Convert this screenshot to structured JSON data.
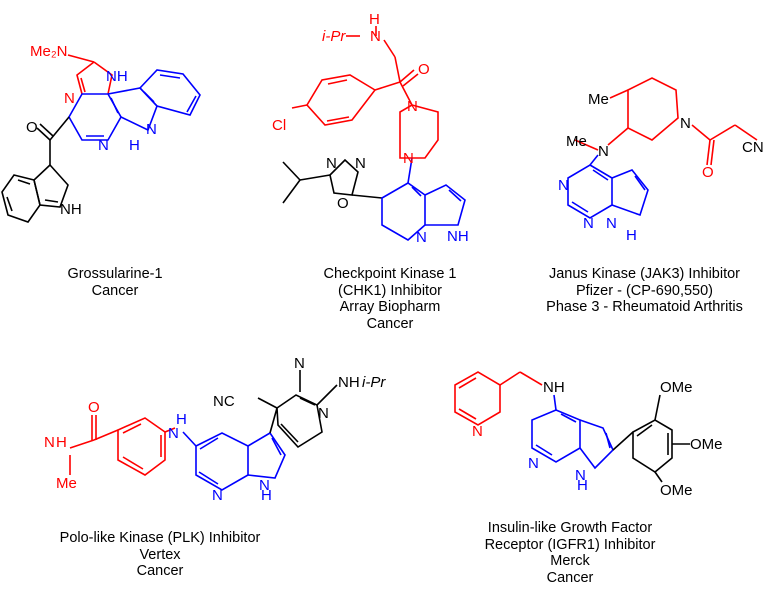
{
  "compounds": [
    {
      "captions": [
        "Grossularine-1",
        "Cancer"
      ],
      "atom_labels": {
        "nme2": "Me₂N",
        "nh_top": "NH",
        "n_imid": "N",
        "n_pyr": "N",
        "nh_carbazole": "H",
        "n_carbazole": "N",
        "o_ketone": "O",
        "nh_indole": "NH"
      }
    },
    {
      "captions": [
        "Checkpoint Kinase 1",
        "(CHK1) Inhibitor",
        "Array Biopharm",
        "Cancer"
      ],
      "atom_labels": {
        "h_amine": "H",
        "ipr_amine": "i-Pr",
        "n_amine": "N",
        "o_amide": "O",
        "n_pip_top": "N",
        "n_pip_bot": "N",
        "cl": "Cl",
        "n_oxa1": "N",
        "n_oxa2": "N",
        "o_oxa": "O",
        "n_azaindole": "N",
        "nh_azaindole": "NH"
      }
    },
    {
      "captions": [
        "Janus Kinase (JAK3) Inhibitor",
        "Pfizer - (CP-690,550)",
        "Phase 3 - Rheumatoid Arthritis"
      ],
      "atom_labels": {
        "me_ring": "Me",
        "me_n": "Me",
        "n_amine": "N",
        "n_pip": "N",
        "cn": "CN",
        "o_amide": "O",
        "n_pyrim1": "N",
        "n_pyrim2": "N",
        "n_pyrrole": "N",
        "h_pyrrole": "H"
      }
    },
    {
      "captions": [
        "Polo-like Kinase (PLK) Inhibitor",
        "Vertex",
        "Cancer"
      ],
      "atom_labels": {
        "o_amide": "O",
        "n_amide": "N",
        "h_amide": "H",
        "me_amide": "Me",
        "nh_link": "H",
        "n_link": "N",
        "n_pyrim1": "N",
        "n_pyrim2": "N",
        "nh_ipr": "NH",
        "ipr": "i-Pr",
        "nc": "NC",
        "n_pyridine": "N",
        "n_pyrrole": "N",
        "h_pyrrole": "H"
      }
    },
    {
      "captions": [
        "Insulin-like Growth Factor",
        "Receptor (IGFR1) Inhibitor",
        "Merck",
        "Cancer"
      ],
      "atom_labels": {
        "n_pyridine3": "N",
        "nh_link": "NH",
        "n_azaindole": "N",
        "n_pyrrole": "N",
        "h_pyrrole": "H",
        "ome1": "OMe",
        "ome2": "OMe",
        "ome3": "OMe"
      }
    }
  ],
  "colors": {
    "core_scaffold": "#0000ff",
    "substituent": "#ff0000",
    "other": "#000000"
  }
}
